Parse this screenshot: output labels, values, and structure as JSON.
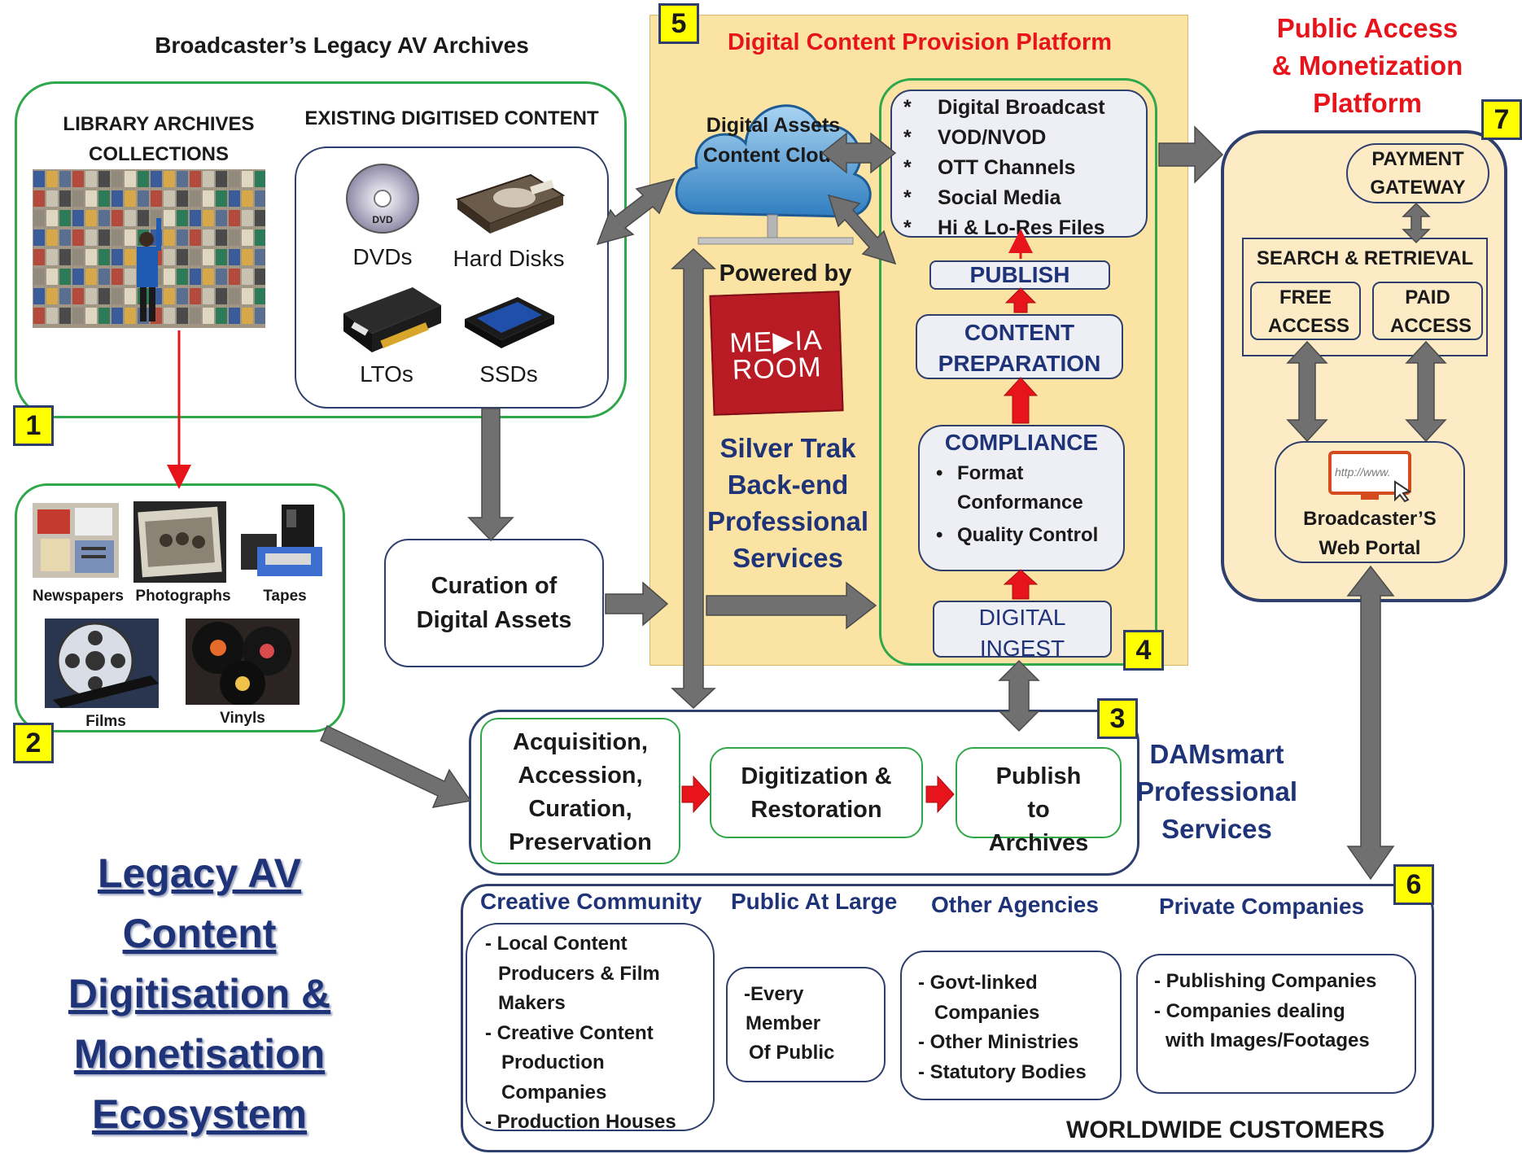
{
  "title": {
    "lines": [
      "Legacy AV",
      "Content",
      "Digitisation &",
      "Monetisation",
      "Ecosystem"
    ]
  },
  "section1": {
    "badge": "1",
    "heading": "Broadcaster’s Legacy AV Archives",
    "library_heading": "LIBRARY ARCHIVES COLLECTIONS",
    "digitised_heading": "EXISTING DIGITISED CONTENT",
    "media": [
      "DVDs",
      "Hard Disks",
      "LTOs",
      "SSDs"
    ]
  },
  "section2": {
    "badge": "2",
    "items": [
      "Newspapers",
      "Photographs",
      "Tapes",
      "Films",
      "Vinyls"
    ]
  },
  "curation": {
    "label": "Curation of Digital Assets"
  },
  "section3": {
    "badge": "3",
    "title_lines": [
      "DAMsmart",
      "Professional",
      "Services"
    ],
    "steps": [
      "Acquisition, Accession, Curation, Preservation",
      "Digitization & Restoration",
      "Publish to Archives"
    ]
  },
  "section4": {
    "badge": "4",
    "channels": [
      "Digital Broadcast",
      "VOD/NVOD",
      "OTT Channels",
      "Social Media",
      "Hi & Lo-Res Files"
    ],
    "publish": "PUBLISH",
    "content_prep": "CONTENT PREPARATION",
    "compliance": "COMPLIANCE",
    "compliance_items": [
      "Format Conformance",
      "Quality Control"
    ],
    "ingest": "DIGITAL INGEST"
  },
  "section5": {
    "badge": "5",
    "title": "Digital Content Provision Platform",
    "cloud": "Digital Assets Content Cloud",
    "powered_by": "Powered by",
    "logo_lines": [
      "ME▶IA",
      "ROOM"
    ],
    "silvertrak_lines": [
      "Silver Trak",
      "Back-end",
      "Professional",
      "Services"
    ]
  },
  "section6": {
    "badge": "6",
    "footer": "WORLDWIDE CUSTOMERS",
    "groups": [
      {
        "heading": "Creative Community",
        "items": [
          "- Local Content",
          "Producers &  Film",
          "Makers",
          "- Creative Content",
          "Production",
          "Companies",
          "- Production  Houses"
        ]
      },
      {
        "heading": "Public At Large",
        "items": [
          "-Every",
          "Member",
          "Of Public"
        ]
      },
      {
        "heading": "Other Agencies",
        "items": [
          "- Govt-linked",
          "Companies",
          "- Other Ministries",
          "- Statutory  Bodies"
        ]
      },
      {
        "heading": "Private Companies",
        "items": [
          "- Publishing  Companies",
          "- Companies dealing",
          "with Images/Footages"
        ]
      }
    ]
  },
  "section7": {
    "badge": "7",
    "title_lines": [
      "Public Access",
      "& Monetization",
      "Platform"
    ],
    "payment": "PAYMENT GATEWAY",
    "search": "SEARCH & RETRIEVAL",
    "free": "FREE ACCESS",
    "paid": "PAID ACCESS",
    "url_text": "http://www.",
    "portal": "Broadcaster’S Web Portal"
  },
  "colors": {
    "platform_fill": "#fbe3a3",
    "public_fill": "#fdebc6",
    "green_border": "#2ea84a",
    "navy": "#1f3378",
    "red": "#e8141c",
    "arrow_gray": "#707070",
    "badge_yellow": "#ffff00"
  }
}
